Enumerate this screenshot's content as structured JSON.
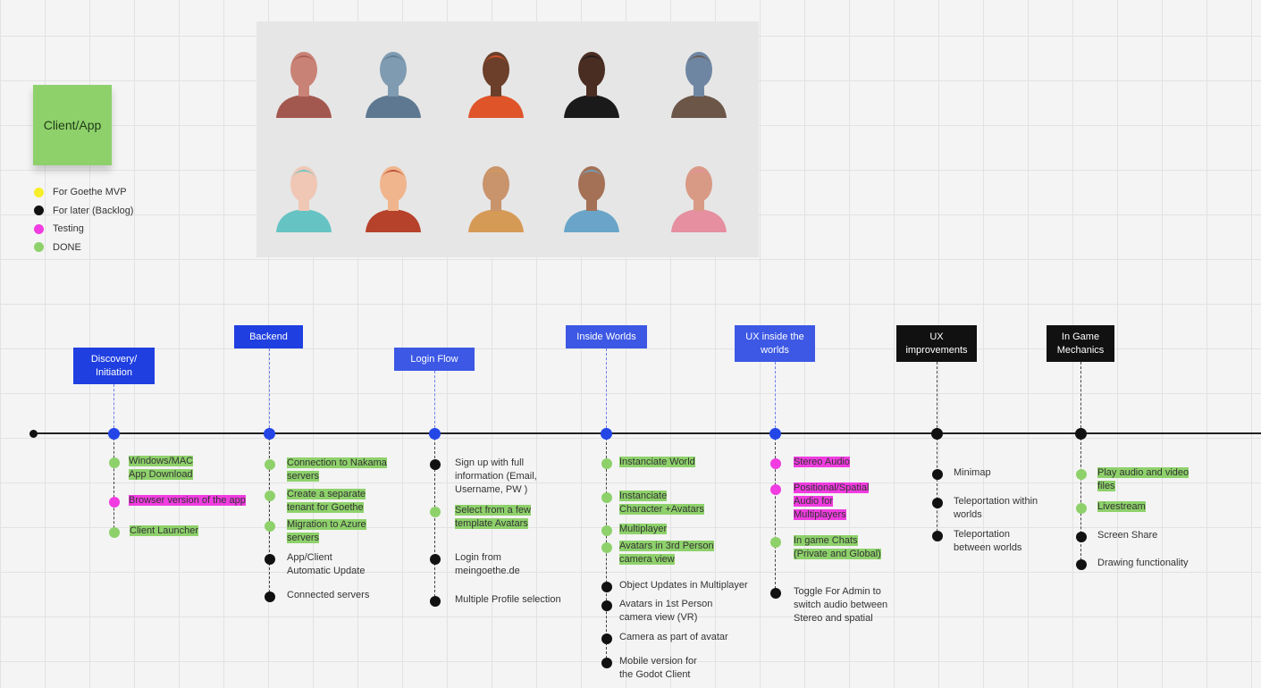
{
  "sticky": {
    "label": "Client/App"
  },
  "legend": [
    {
      "label": "For Goethe MVP",
      "color": "#f7ee2a"
    },
    {
      "label": "For later (Backlog)",
      "color": "#111111"
    },
    {
      "label": "Testing",
      "color": "#f03ce0"
    },
    {
      "label": "DONE",
      "color": "#8ed16b"
    }
  ],
  "colors": {
    "done": "#8ed16b",
    "testing": "#f03ce0",
    "backlog": "#111111",
    "mvp": "#f7ee2a",
    "stage_blue": "#1f3fe0",
    "stage_black": "#111111"
  },
  "stages": [
    {
      "title": "Discovery/\nInitiation",
      "items": [
        {
          "text": "Windows/MAC\n App Download",
          "status": "done"
        },
        {
          "text": "Browser version of the app",
          "status": "testing"
        },
        {
          "text": "Client Launcher",
          "status": "done"
        }
      ]
    },
    {
      "title": "Backend",
      "items": [
        {
          "text": "Connection to Nakama\nservers",
          "status": "done"
        },
        {
          "text": "Create a separate\ntenant for Goethe",
          "status": "done"
        },
        {
          "text": "Migration to Azure\nservers",
          "status": "done"
        },
        {
          "text": "App/Client\nAutomatic Update",
          "status": "backlog"
        },
        {
          "text": "Connected servers",
          "status": "backlog"
        }
      ]
    },
    {
      "title": "Login Flow",
      "items": [
        {
          "text": "Sign up with full\ninformation (Email,\nUsername, PW )",
          "status": "backlog"
        },
        {
          "text": "Select from a few\ntemplate Avatars",
          "status": "done"
        },
        {
          "text": "Login from\nmeingoethe.de",
          "status": "backlog"
        },
        {
          "text": "Multiple Profile selection",
          "status": "backlog"
        }
      ]
    },
    {
      "title": "Inside Worlds",
      "items": [
        {
          "text": "Instanciate  World",
          "status": "done"
        },
        {
          "text": "Instanciate\nCharacter +Avatars",
          "status": "done"
        },
        {
          "text": "Multiplayer",
          "status": "done"
        },
        {
          "text": "Avatars in 3rd Person\ncamera view",
          "status": "done"
        },
        {
          "text": "Object Updates in Multiplayer",
          "status": "backlog"
        },
        {
          "text": "Avatars in 1st Person\ncamera view (VR)",
          "status": "backlog"
        },
        {
          "text": "Camera as part of avatar",
          "status": "backlog"
        },
        {
          "text": "Mobile version for\nthe Godot Client",
          "status": "backlog"
        }
      ]
    },
    {
      "title": "UX inside the\nworlds",
      "items": [
        {
          "text": "Stereo Audio",
          "status": "testing"
        },
        {
          "text": "Positional/Spatial\nAudio for\nMultiplayers",
          "status": "testing"
        },
        {
          "text": "In game Chats\n(Private and Global)",
          "status": "done"
        },
        {
          "text": "Toggle For Admin to\nswitch audio between\nStereo and spatial",
          "status": "backlog"
        }
      ]
    },
    {
      "title": "UX\nimprovements",
      "items": [
        {
          "text": "Minimap",
          "status": "backlog"
        },
        {
          "text": "Teleportation within\nworlds",
          "status": "backlog"
        },
        {
          "text": "Teleportation\nbetween worlds",
          "status": "backlog"
        }
      ]
    },
    {
      "title": "In Game\nMechanics",
      "items": [
        {
          "text": "Play audio and video\nfiles",
          "status": "done"
        },
        {
          "text": "Livestream",
          "status": "done"
        },
        {
          "text": "Screen Share",
          "status": "backlog"
        },
        {
          "text": "Drawing functionality",
          "status": "backlog"
        }
      ]
    }
  ],
  "avatars": [
    {
      "name": "copper-robot-avatar",
      "skin": "#c98276",
      "accent": "#a3584f"
    },
    {
      "name": "steel-robot-avatar",
      "skin": "#7f9bb1",
      "accent": "#5d7890"
    },
    {
      "name": "bun-hair-girl-avatar",
      "skin": "#6b3f2a",
      "accent": "#e0542a"
    },
    {
      "name": "headphones-man-avatar",
      "skin": "#4a2d22",
      "accent": "#1a1a1a"
    },
    {
      "name": "goblin-avatar",
      "skin": "#6f86a3",
      "accent": "#6b5648"
    },
    {
      "name": "teal-hair-girl-avatar",
      "skin": "#f0c7b5",
      "accent": "#65c3c4"
    },
    {
      "name": "cap-kid-avatar",
      "skin": "#f0b58d",
      "accent": "#b6422b"
    },
    {
      "name": "woman-avatar",
      "skin": "#c9936c",
      "accent": "#d69a57"
    },
    {
      "name": "surgeon-avatar",
      "skin": "#a47156",
      "accent": "#6aa5c9"
    },
    {
      "name": "curlers-granny-avatar",
      "skin": "#d99a85",
      "accent": "#e58fa0"
    }
  ]
}
